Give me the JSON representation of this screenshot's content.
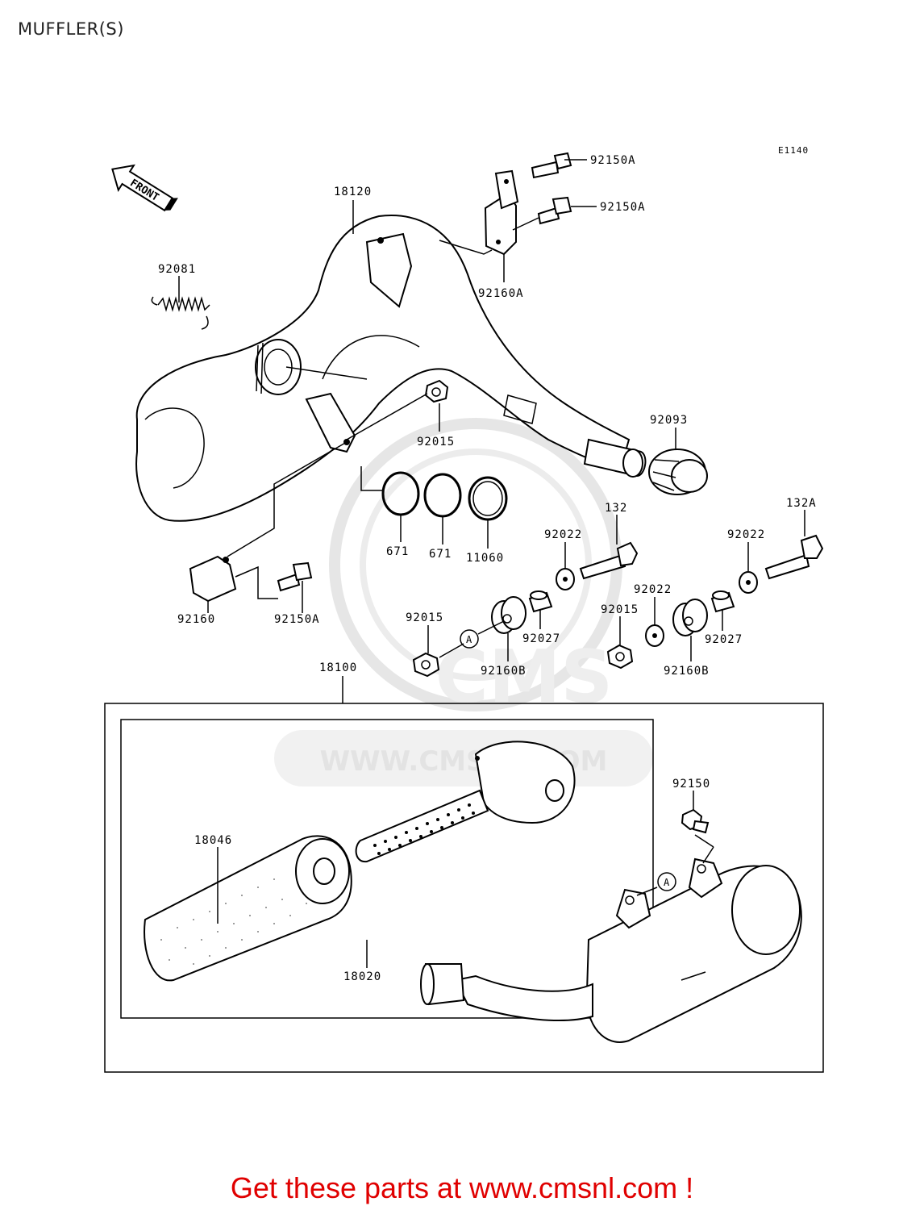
{
  "page_title": "MUFFLER(S)",
  "diagram_code": "E1140",
  "front_label": "FRONT",
  "watermark": {
    "url": "WWW.CMSNL.COM",
    "brand": "CMS"
  },
  "parts": {
    "p92150A_top": "92150A",
    "p92150A_mid": "92150A",
    "p92150A_low": "92150A",
    "p18120": "18120",
    "p92160A": "92160A",
    "p92081": "92081",
    "p92015_top": "92015",
    "p92093": "92093",
    "p671_a": "671",
    "p671_b": "671",
    "p11060": "11060",
    "p132": "132",
    "p132A": "132A",
    "p92022_a": "92022",
    "p92022_b": "92022",
    "p92022_c": "92022",
    "p92160": "92160",
    "p92015_mid": "92015",
    "p92015_right": "92015",
    "p92027_a": "92027",
    "p92027_b": "92027",
    "p92160B_a": "92160B",
    "p92160B_b": "92160B",
    "p18100": "18100",
    "p92150": "92150",
    "p18046": "18046",
    "p18020": "18020",
    "ref_a1": "A",
    "ref_a2": "A"
  },
  "footer_text": "Get these parts at www.cmsnl.com !"
}
